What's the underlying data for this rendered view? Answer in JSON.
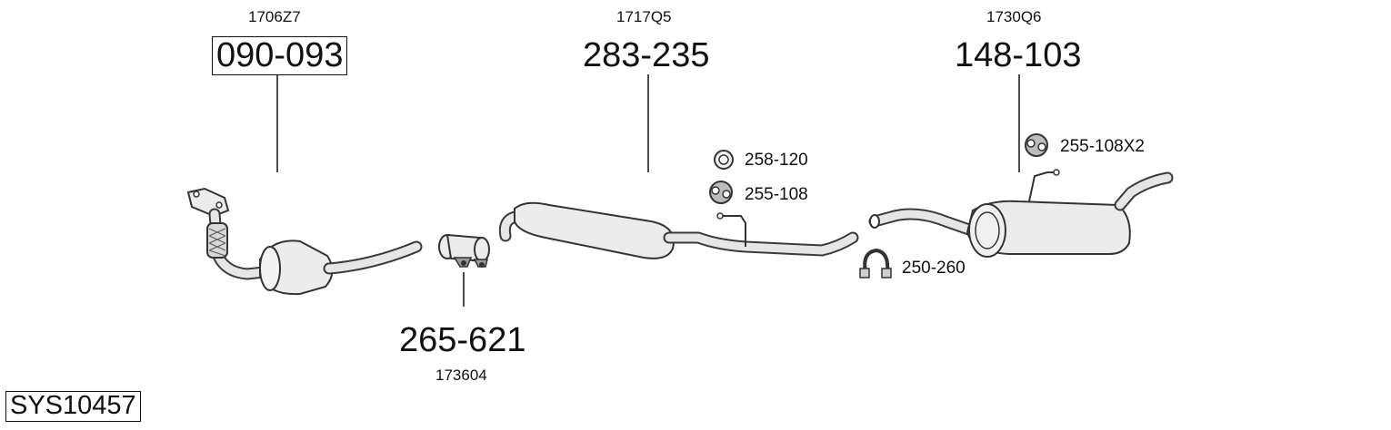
{
  "system_code": "SYS10457",
  "parts": [
    {
      "part_number": "090-093",
      "ref": "1706Z7"
    },
    {
      "part_number": "283-235",
      "ref": "1717Q5"
    },
    {
      "part_number": "148-103",
      "ref": "1730Q6"
    },
    {
      "part_number": "265-621",
      "ref": "173604"
    }
  ],
  "accessories": [
    {
      "part_number": "258-120",
      "icon": "ring-gasket-icon"
    },
    {
      "part_number": "255-108",
      "icon": "rubber-mount-icon"
    },
    {
      "part_number": "255-108X2",
      "icon": "rubber-mount-icon"
    },
    {
      "part_number": "250-260",
      "icon": "pipe-clamp-icon"
    }
  ]
}
